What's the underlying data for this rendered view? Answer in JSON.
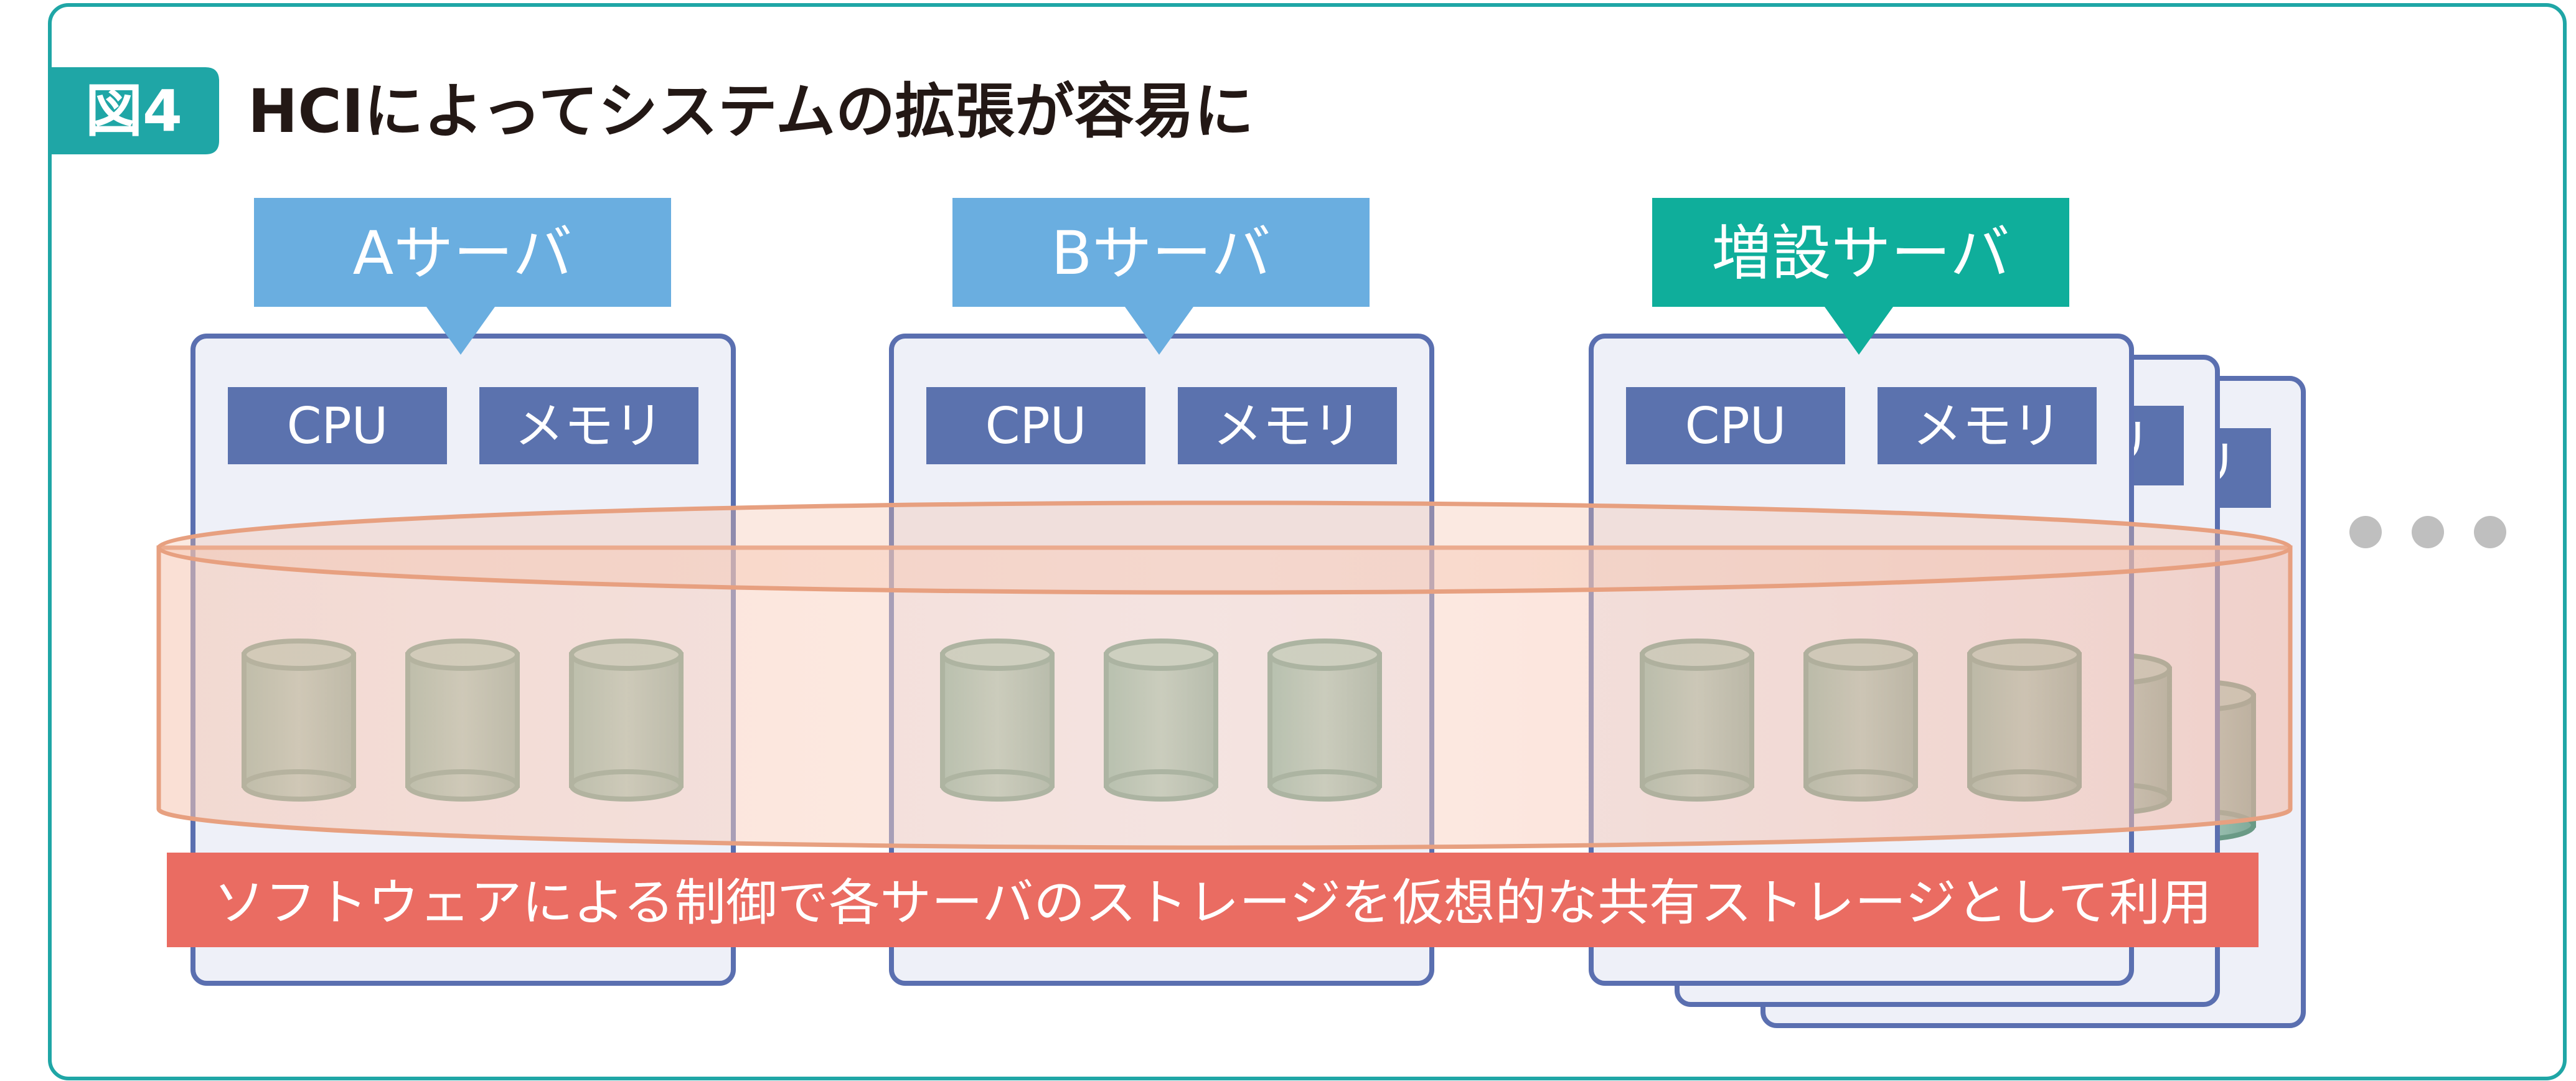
{
  "figure": {
    "label": "図4",
    "title": "HCIによってシステムの拡張が容易に"
  },
  "servers": [
    {
      "name": "Aサーバ",
      "cpu": "CPU",
      "memory": "メモリ"
    },
    {
      "name": "Bサーバ",
      "cpu": "CPU",
      "memory": "メモリ"
    },
    {
      "name": "増設サーバ",
      "cpu": "CPU",
      "memory": "メモリ"
    }
  ],
  "hidden_back_labels": [
    "リ",
    "リ"
  ],
  "ellipsis": "• • •",
  "banner": "ソフトウェアによる制御で各サーバのストレージを仮想的な共有ストレージとして利用",
  "colors": {
    "frame_border": "#1fa6a6",
    "label_bg": "#1fa6a6",
    "server_name_bg": "#6aaee0",
    "added_server_bg": "#0fae9b",
    "server_panel_bg": "#eef0f8",
    "server_panel_border": "#5a6fb0",
    "chip_bg": "#5b72ae",
    "disk_fill": "#8db8a8",
    "disk_stroke": "#6a9a86",
    "pool_fill": "#f3c0aa",
    "pool_stroke": "#e7a080",
    "banner_bg": "#ea6c62",
    "dots": "#bfbfbf"
  }
}
